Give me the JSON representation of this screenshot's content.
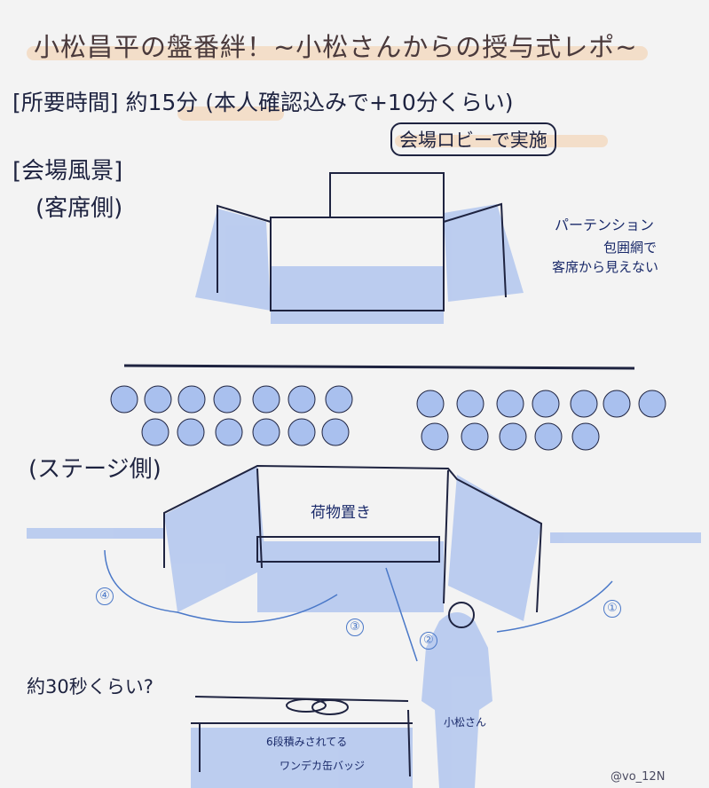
{
  "title": "小松昌平の盤番絆！~小松さんからの授与式レポ~",
  "duration": {
    "label": "[所要時間]",
    "value": "約15分",
    "note": "(本人確認込みで+10分くらい)",
    "location_note": "会場ロビーで実施"
  },
  "sections": {
    "venue": "[会場風景]",
    "audience_side": "(客席側)",
    "stage_side": "(ステージ側)"
  },
  "annotations": {
    "partition": "パーテンション",
    "partition_detail_1": "包囲網で",
    "partition_detail_2": "客席から見えない",
    "luggage": "荷物置き",
    "duration_estimate": "約30秒くらい?",
    "person": "小松さん",
    "badges_1": "6段積みされてる",
    "badges_2": "ワンデカ缶バッジ"
  },
  "steps": [
    "①",
    "②",
    "③",
    "④"
  ],
  "credit": "@vo_12N",
  "colors": {
    "background": "#f3f3f3",
    "highlight": "#f3dcc4",
    "ink": "#1e2340",
    "wash": "#a9c0ee"
  }
}
